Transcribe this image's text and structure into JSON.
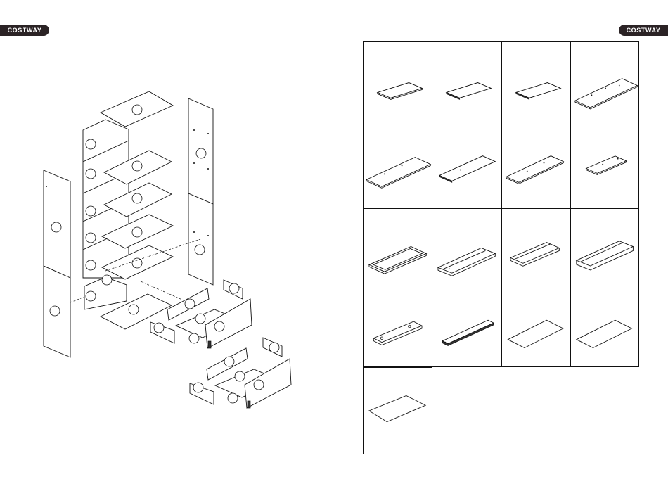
{
  "header": {
    "brand_left": "COSTWAY",
    "brand_right": "COSTWAY"
  },
  "colors": {
    "badge_bg": "#2b2325",
    "line": "#111111",
    "background": "#ffffff"
  },
  "parts_grid": {
    "columns": 4,
    "cells": [
      {
        "shape": "panel-small"
      },
      {
        "shape": "panel-small-dark-edge"
      },
      {
        "shape": "panel-small-dark-edge"
      },
      {
        "shape": "panel-long-holes"
      },
      {
        "shape": "panel-long-holes"
      },
      {
        "shape": "panel-long-dark-edge"
      },
      {
        "shape": "panel-medium-holes"
      },
      {
        "shape": "panel-short-holes"
      },
      {
        "shape": "drawer-bottom-frame"
      },
      {
        "shape": "drawer-side-groove"
      },
      {
        "shape": "drawer-front-small"
      },
      {
        "shape": "drawer-front-large"
      },
      {
        "shape": "rail-bar"
      },
      {
        "shape": "rail-long-dark"
      },
      {
        "shape": "thin-board"
      },
      {
        "shape": "thin-board"
      },
      {
        "shape": "thin-board-large"
      }
    ]
  }
}
